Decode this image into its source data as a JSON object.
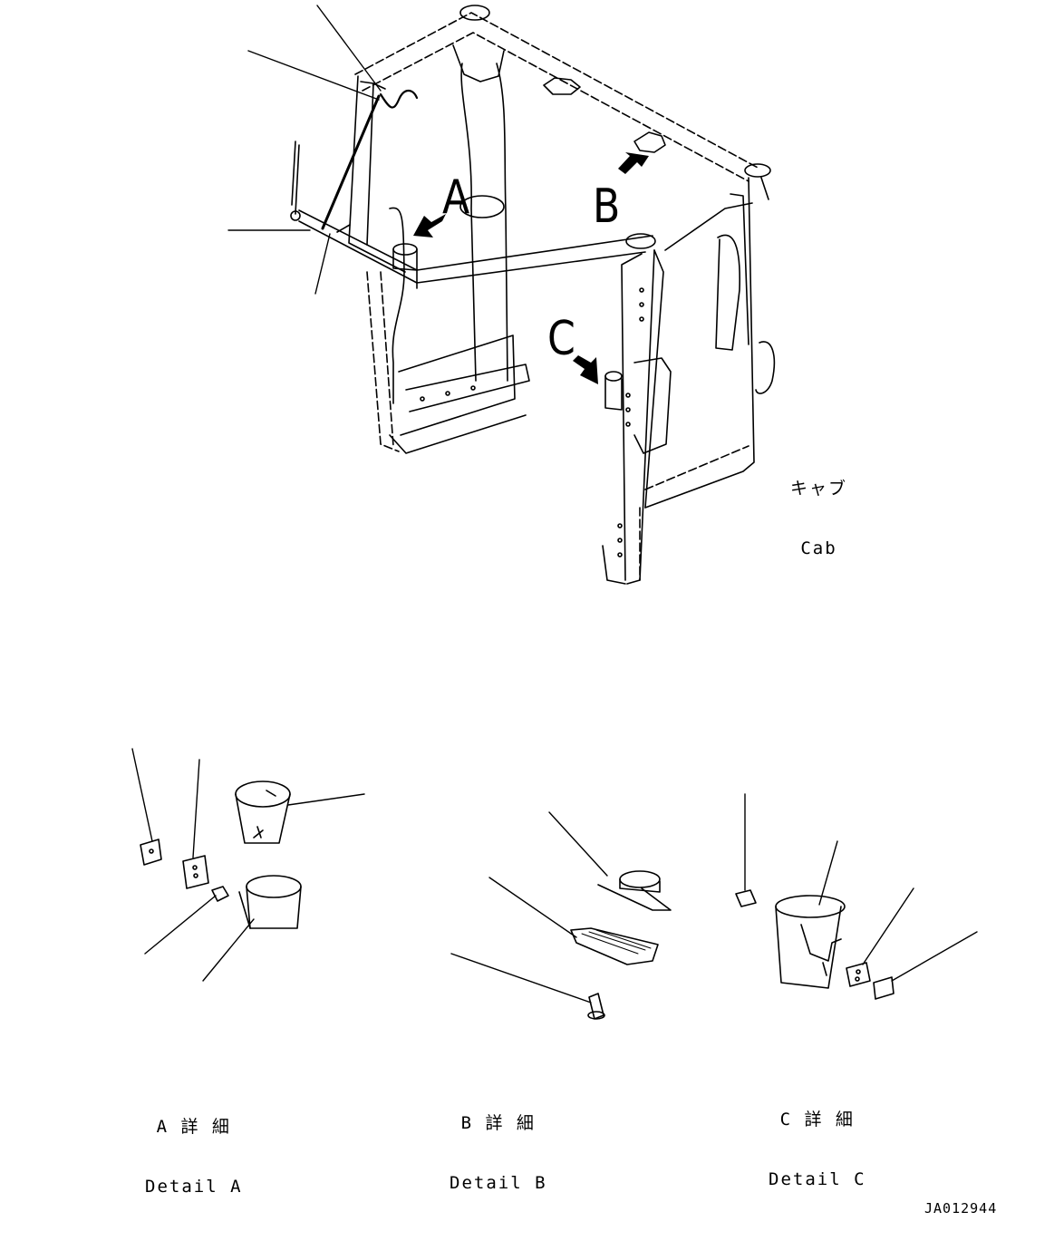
{
  "view_labels": {
    "a": "A",
    "b": "B",
    "c": "C"
  },
  "cab": {
    "jp": "キャブ",
    "en": "Cab"
  },
  "details": [
    {
      "jp": "A 詳 細",
      "en": "Detail A"
    },
    {
      "jp": "B 詳 細",
      "en": "Detail B"
    },
    {
      "jp": "C 詳 細",
      "en": "Detail C"
    }
  ],
  "drawing_id": "JA012944"
}
